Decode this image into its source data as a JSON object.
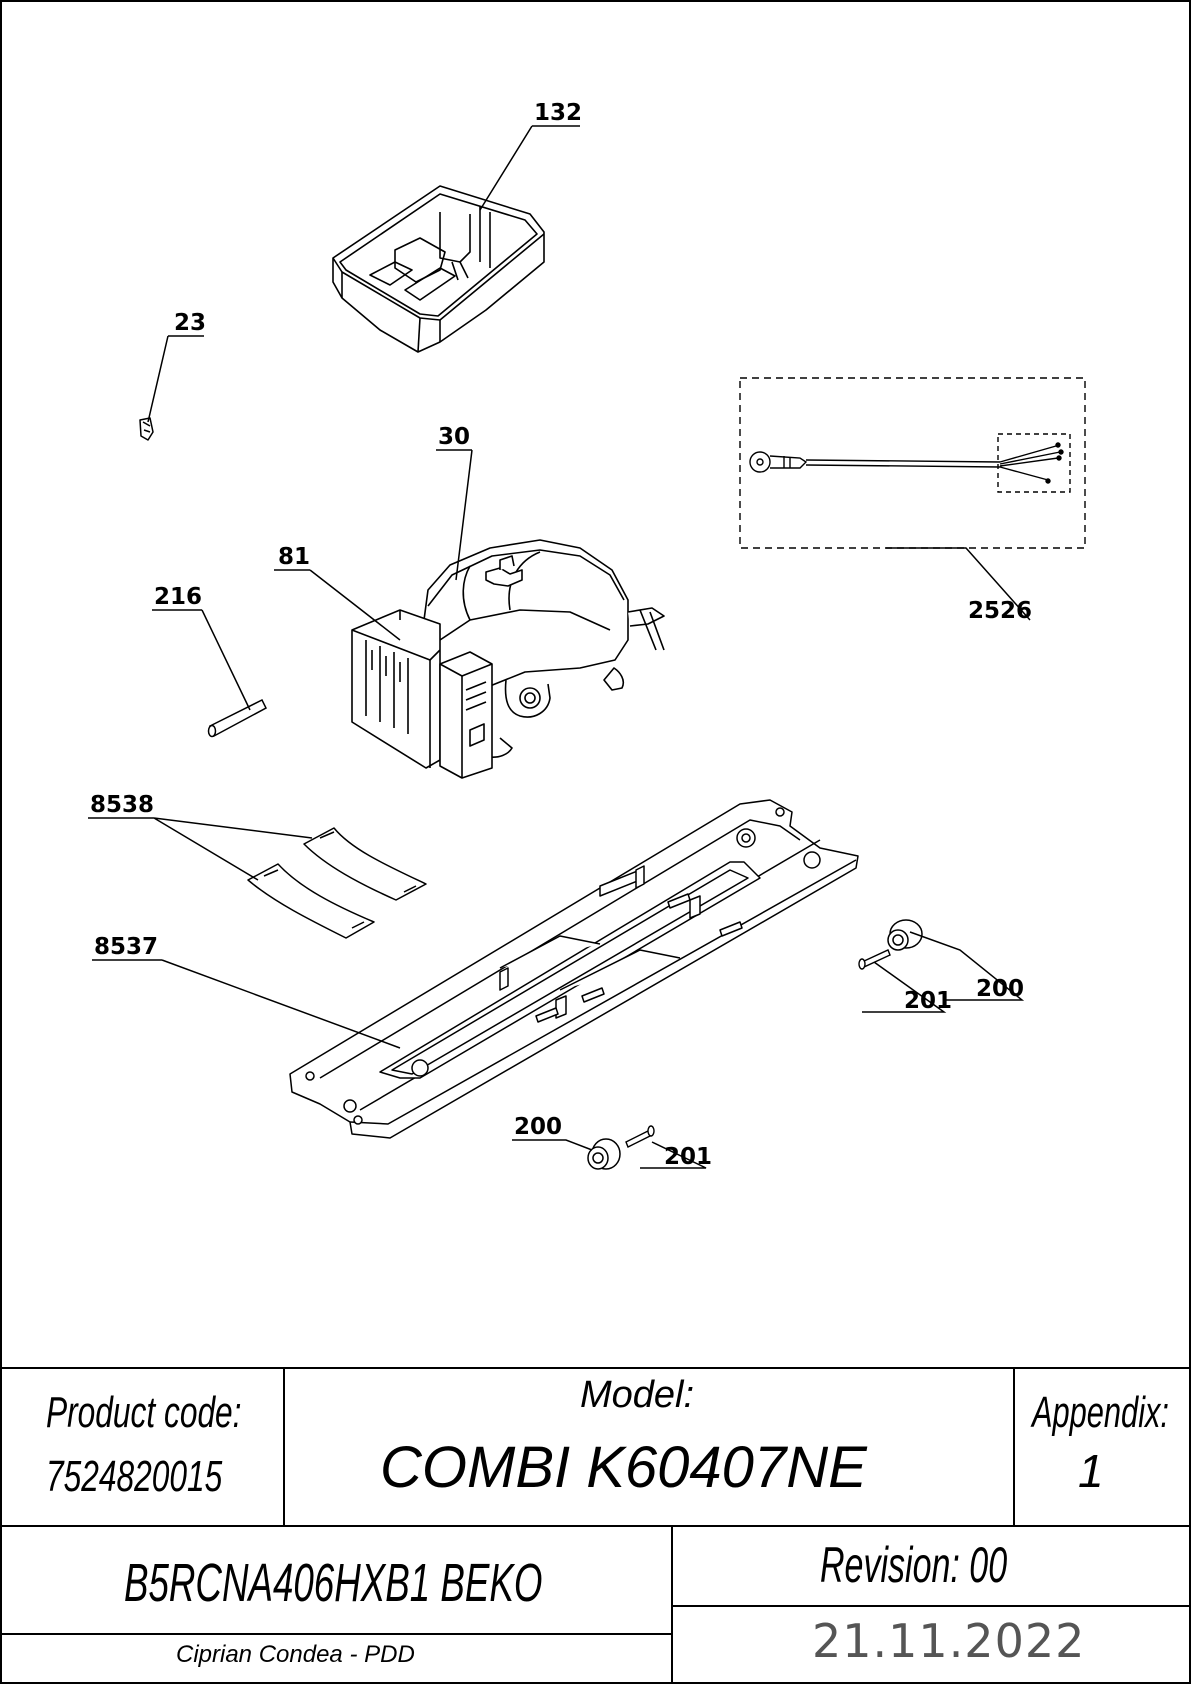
{
  "callouts": {
    "p132": "132",
    "p23": "23",
    "p30": "30",
    "p81": "81",
    "p216": "216",
    "p2526": "2526",
    "p8538": "8538",
    "p8537": "8537",
    "p200a": "200",
    "p201a": "201",
    "p200b": "200",
    "p201b": "201"
  },
  "title_block": {
    "product_code_label": "Product code:",
    "product_code": "7524820015",
    "model_label": "Model:",
    "model": "COMBI K60407NE",
    "appendix_label": "Appendix:",
    "appendix": "1",
    "product_name": "B5RCNA406HXB1 BEKO",
    "revision": "Revision: 00",
    "author": "Ciprian Condea - PDD",
    "date": "21.11.2022"
  }
}
